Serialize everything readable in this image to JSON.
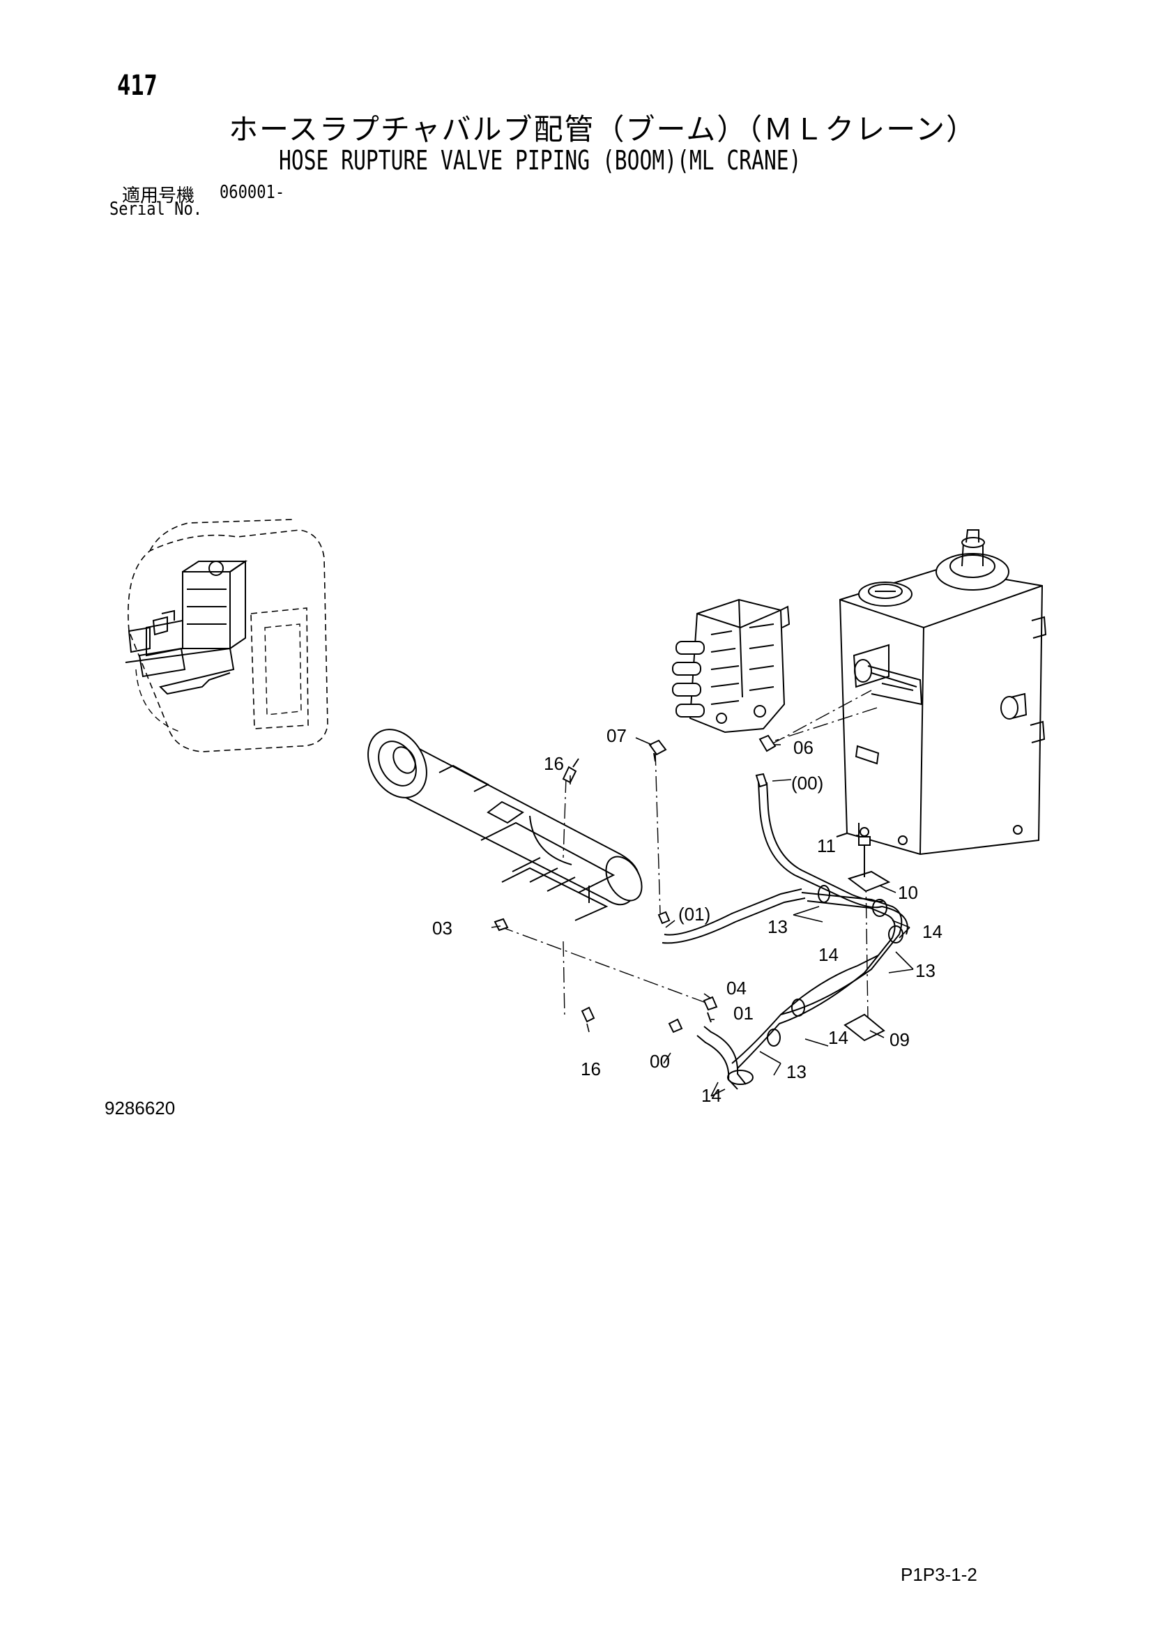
{
  "header": {
    "page_number": "417",
    "title_jp": "ホースラプチャバルブ配管（ブーム）（ＭＬクレーン）",
    "title_en": "HOSE RUPTURE VALVE PIPING (BOOM)(ML CRANE)",
    "serial_label_jp": "適用号機",
    "serial_value": "060001-",
    "serial_label_en": "Serial No."
  },
  "diagram": {
    "callouts": {
      "c07": "07",
      "c06": "06",
      "c00p": "(00)",
      "c16a": "16",
      "c11": "11",
      "c10": "10",
      "c01p": "(01)",
      "c13a": "13",
      "c14a": "14",
      "c14b": "14",
      "c03": "03",
      "c13b": "13",
      "c04": "04",
      "c01": "01",
      "c14c": "14",
      "c09": "09",
      "c16b": "16",
      "c00": "00",
      "c13c": "13",
      "c14d": "14"
    }
  },
  "footer": {
    "drawing_number": "9286620",
    "page_code": "P1P3-1-2"
  }
}
